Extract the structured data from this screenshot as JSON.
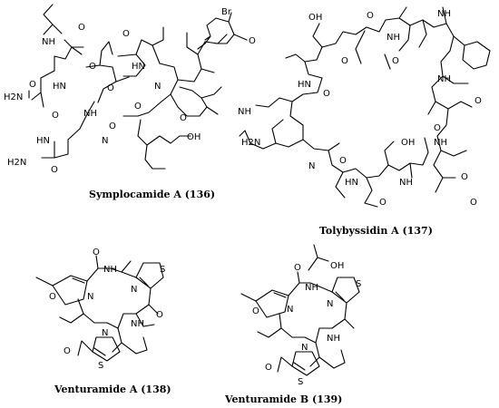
{
  "compounds": [
    {
      "caption": "Symplocamide A (136)",
      "atoms": [
        "Br",
        "NH",
        "O",
        "H2N",
        "HN",
        "O",
        "O",
        "O",
        "HN",
        "O",
        "O",
        "N",
        "O",
        "NH",
        "O",
        "H2N",
        "O",
        "HN",
        "N",
        "O",
        "OH",
        "O"
      ]
    },
    {
      "caption": "Tolybyssidin A (137)",
      "atoms": [
        "OH",
        "O",
        "NH",
        "O",
        "NH",
        "HN",
        "O",
        "H2N",
        "NH",
        "O",
        "NH",
        "OH",
        "O",
        "N",
        "O",
        "HN",
        "O",
        "NH",
        "O",
        "O",
        "O",
        "NH"
      ]
    },
    {
      "caption": "Venturamide A (138)",
      "atoms": [
        "O",
        "NH",
        "S",
        "O",
        "N",
        "N",
        "NH",
        "N",
        "S",
        "O",
        "O"
      ]
    },
    {
      "caption": "Venturamide B (139)",
      "atoms": [
        "OH",
        "O",
        "NH",
        "S",
        "O",
        "N",
        "N",
        "NH",
        "N",
        "S",
        "O"
      ]
    }
  ]
}
